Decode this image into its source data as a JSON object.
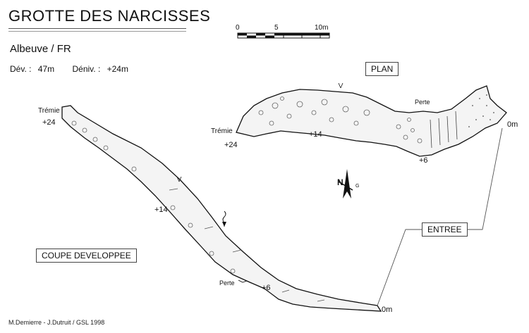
{
  "title": "GROTTE DES NARCISSES",
  "location": "Albeuve / FR",
  "stats": {
    "dev_label": "Dév. :",
    "dev_value": "47m",
    "deniv_label": "Déniv. :",
    "deniv_value": "+24m"
  },
  "scale_bar": {
    "labels": [
      "0",
      "5",
      "10m"
    ]
  },
  "plan": {
    "label": "PLAN",
    "tremie": "Trémie",
    "tremie_elev": "+24",
    "elev_mid": "+14",
    "perte": "Perte",
    "elev_perte": "+6",
    "elev_entrance": "0m"
  },
  "north_arrow": {
    "n": "N",
    "g": "G"
  },
  "entrance_label": "ENTREE",
  "section": {
    "label": "COUPE DEVELOPPEE",
    "tremie": "Trémie",
    "tremie_elev": "+24",
    "elev_mid": "+14",
    "perte": "Perte",
    "elev_perte": "+6",
    "elev_entrance": "0m"
  },
  "credit": "M.Demierre - J.Dutruit  /  GSL 1998",
  "colors": {
    "ink": "#111111",
    "fill": "#f4f4f4"
  }
}
